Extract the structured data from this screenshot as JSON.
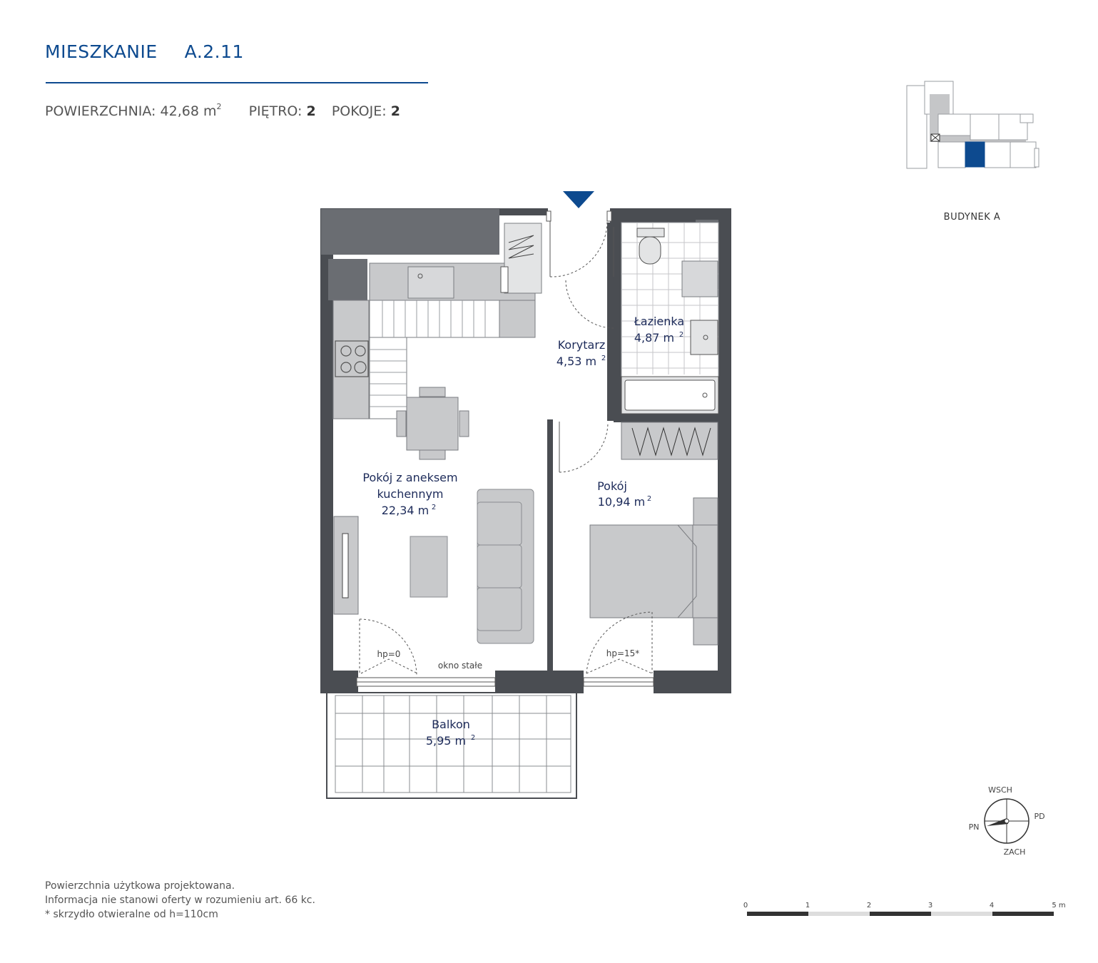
{
  "header": {
    "label": "MIESZKANIE",
    "number": "A.2.11",
    "area_label": "POWIERZCHNIA:",
    "area_value": "42,68 m",
    "floor_label": "PIĘTRO:",
    "floor_value": "2",
    "rooms_label": "POKOJE:",
    "rooms_value": "2"
  },
  "rooms": {
    "living_name_1": "Pokój z aneksem",
    "living_name_2": "kuchennym",
    "living_area": "22,34 m",
    "corridor_name": "Korytarz",
    "corridor_area": "4,53 m",
    "bath_name": "Łazienka",
    "bath_area": "4,87 m",
    "bedroom_name": "Pokój",
    "bedroom_area": "10,94 m",
    "balcony_name": "Balkon",
    "balcony_area": "5,95 m"
  },
  "annotations": {
    "hp_left": "hp=0",
    "hp_right": "hp=15*",
    "fixed_window": "okno stałe",
    "sq": "2"
  },
  "keyplan": {
    "building_label": "BUDYNEK A"
  },
  "compass": {
    "north": "PN",
    "south": "PD",
    "east": "WSCH",
    "west": "ZACH"
  },
  "scale": {
    "ticks": [
      "0",
      "1",
      "2",
      "3",
      "4",
      "5 m"
    ]
  },
  "footer": {
    "line1": "Powierzchnia użytkowa projektowana.",
    "line2": "Informacja nie stanowi oferty w rozumieniu art. 66 kc.",
    "line3": "* skrzydło otwieralne od h=110cm"
  },
  "colors": {
    "accent": "#0d4a8f",
    "wall": "#4a4d52",
    "furniture": "#c8c9cb"
  }
}
